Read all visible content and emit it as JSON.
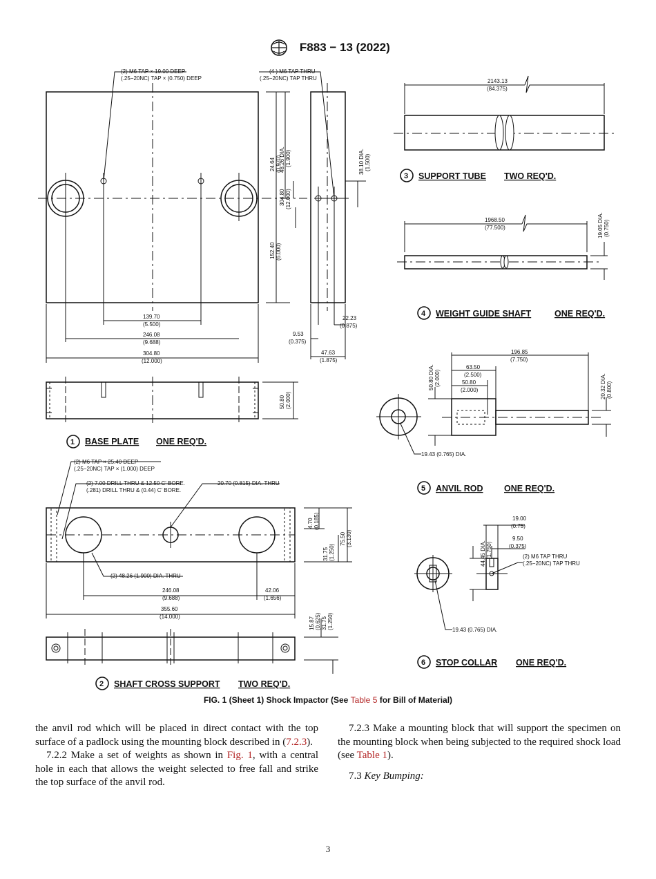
{
  "header": {
    "designation": "F883 − 13 (2022)",
    "logo_icon": "astm-logo-icon"
  },
  "figure": {
    "base_plate": {
      "title": "BASE PLATE",
      "qty": "ONE REQ'D.",
      "num": "1",
      "note1a": "(2) M6 TAP × 19.00 DEEP",
      "note1b": "(.25−20NC) TAP × (0.750) DEEP",
      "note2a": "(4 ) M6 TAP THRU",
      "note2b": "(.25−20NC) TAP THRU",
      "d_139a": "139.70",
      "d_139b": "(5.500)",
      "d_246a": "246.08",
      "d_246b": "(9.688)",
      "d_304a": "304.80",
      "d_304b": "(12.000)",
      "v_2464a": "24.64",
      "v_2464b": "(0.970)",
      "v_4826a": "48.26 DIA.",
      "v_4826b": "(1.900)",
      "v_3048a": "304.80",
      "v_3048b": "(12.000)",
      "v_1524a": "152.40",
      "v_1524b": "(6.000)",
      "v_3810a": "38.10 DIA.",
      "v_3810b": "(1.500)",
      "d_953a": "9.53",
      "d_953b": "(0.375)",
      "d_2223a": "22.23",
      "d_2223b": "(0.875)",
      "d_4763a": "47.63",
      "d_4763b": "(1.875)",
      "v_5080a": "50.80",
      "v_5080b": "(2.000)"
    },
    "shaft_cross": {
      "title": "SHAFT CROSS SUPPORT",
      "qty": "TWO REQ'D.",
      "num": "2",
      "n1a": "(2) M6 TAP × 25.40 DEEP",
      "n1b": "(.25−20NC) TAP × (1.000) DEEP",
      "n2a": "(2) 7.00 DRILL THRU & 12.50 C' BORE.",
      "n2b": "(.281) DRILL THRU & (0.44) C' BORE.",
      "n3": "20.70 (0.815) DIA. THRU",
      "n4": "(2) 48.26 (1.900) DIA. THRU",
      "v_470a": "4.70",
      "v_470b": "(0.185)",
      "v_7550a": "75.50",
      "v_7550b": "(3.130)",
      "v_3175a": "31.75",
      "v_3175b": "(1.250)",
      "d_246a": "246.08",
      "d_246b": "(9.688)",
      "d_4206a": "42.06",
      "d_4206b": "(1.656)",
      "d_3556a": "355.60",
      "d_3556b": "(14.000)",
      "v_1587a": "15.87",
      "v_1587b": "(0.625)",
      "v_3175c": "31.75",
      "v_3175d": "(1.250)"
    },
    "support_tube": {
      "title": "SUPPORT TUBE",
      "qty": "TWO REQ'D.",
      "num": "3",
      "d1": "2143.13",
      "d2": "(84.375)"
    },
    "weight_guide": {
      "title": "WEIGHT GUIDE SHAFT",
      "qty": "ONE REQ'D.",
      "num": "4",
      "d1": "1968.50",
      "d2": "(77.500)",
      "v1": "19.05 DIA.",
      "v2": "(0.750)"
    },
    "anvil_rod": {
      "title": "ANVIL ROD",
      "qty": "ONE REQ'D.",
      "num": "5",
      "d_19685a": "196.85",
      "d_19685b": "(7.750)",
      "d_6350a": "63.50",
      "d_6350b": "(2.500)",
      "d_5080a": "50.80",
      "d_5080b": "(2.000)",
      "v_5080a": "50.80 DIA.",
      "v_5080b": "(2.000)",
      "v_2032a": "20.32 DIA.",
      "v_2032b": "(0.800)",
      "n1": "19.43 (0.765) DIA."
    },
    "stop_collar": {
      "title": "STOP COLLAR",
      "qty": "ONE REQ'D.",
      "num": "6",
      "d_1900a": "19.00",
      "d_1900b": "(0.75)",
      "d_950a": "9.50",
      "d_950b": "(0.375)",
      "v_4445a": "44.45 DIA.",
      "v_4445b": "(1.750)",
      "n1a": "(2) M6 TAP THRU",
      "n1b": "(.25−20NC) TAP THRU",
      "n2": "19.43 (0.765) DIA."
    }
  },
  "caption": {
    "pre": "FIG. 1  (Sheet 1) Shock Impactor (See ",
    "link": "Table 5",
    "post": " for Bill of Material)"
  },
  "left_col": {
    "p1": "the anvil rod which will be placed in direct contact with the top surface of a padlock using the mounting block described in (",
    "p1_link": "7.2.3",
    "p1_end": ").",
    "p2_pre": "7.2.2 Make a set of weights as shown in ",
    "p2_link": "Fig. 1",
    "p2_post": ", with a central hole in each that allows the weight selected to free fall and strike the top surface of the anvil rod."
  },
  "right_col": {
    "p1_pre": "7.2.3  Make a mounting block that will support the specimen on the mounting block when being subjected to the required shock load (see ",
    "p1_link": "Table 1",
    "p1_post": ").",
    "p2_num": "7.3 ",
    "p2_title": "Key Bumping:"
  },
  "page_number": "3"
}
